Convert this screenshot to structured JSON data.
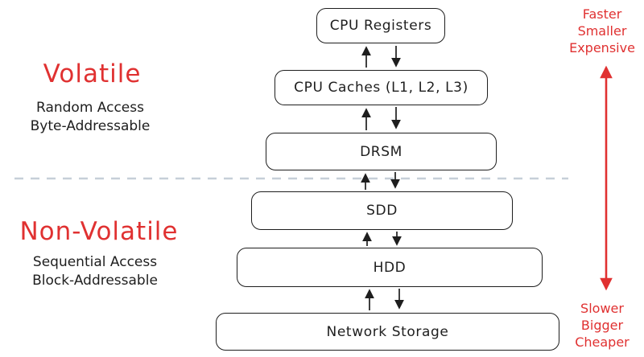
{
  "palette": {
    "accent_red": "#e03131",
    "ink": "#1e1e1e",
    "divider_gray": "#c6cfd8",
    "background": "#ffffff"
  },
  "left": {
    "volatile": {
      "title": "Volatile",
      "line1": "Random Access",
      "line2": "Byte-Addressable"
    },
    "non_volatile": {
      "title": "Non-Volatile",
      "line1": "Sequential Access",
      "line2": "Block-Addressable"
    }
  },
  "right": {
    "top": {
      "line1": "Faster",
      "line2": "Smaller",
      "line3": "Expensive"
    },
    "bottom": {
      "line1": "Slower",
      "line2": "Bigger",
      "line3": "Cheaper"
    }
  },
  "stack": {
    "levels": [
      {
        "label": "CPU Registers"
      },
      {
        "label": "CPU Caches (L1, L2, L3)"
      },
      {
        "label": "DRSM"
      },
      {
        "label": "SDD"
      },
      {
        "label": "HDD"
      },
      {
        "label": "Network Storage"
      }
    ]
  }
}
